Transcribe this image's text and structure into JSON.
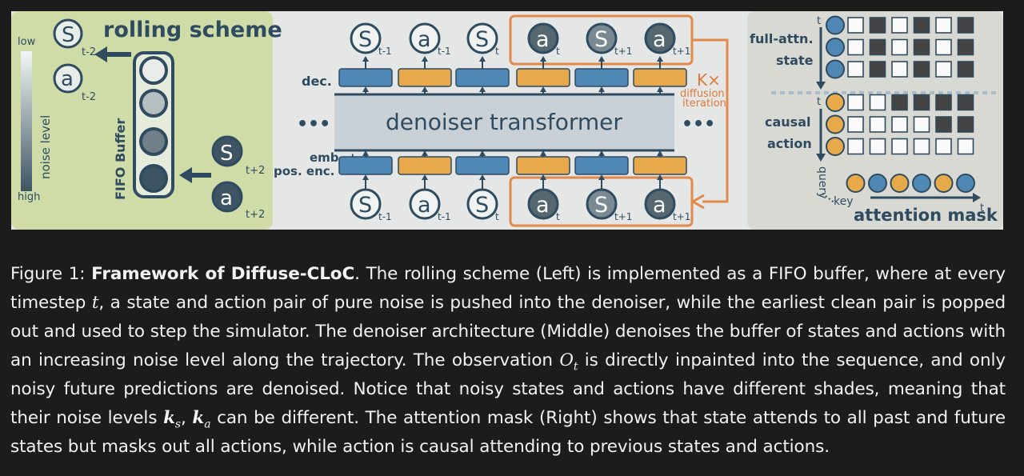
{
  "figure": {
    "left_panel": {
      "title": "rolling scheme",
      "noise_low": "low",
      "noise_high": "high",
      "noise_axis": "noise level",
      "buffer_label": "FIFO Buffer",
      "tokens": [
        {
          "sym": "S",
          "sub": "t-2"
        },
        {
          "sym": "a",
          "sub": "t-2"
        },
        {
          "sym": "S",
          "sub": "t+2"
        },
        {
          "sym": "a",
          "sub": "t+2"
        }
      ]
    },
    "middle_panel": {
      "transformer_label": "denoiser transformer",
      "dec_label": "dec.",
      "emb_label_1": "emb. +",
      "emb_label_2": "pos. enc.",
      "ellipsis": "•••",
      "k_times": "K×",
      "diffusion_1": "diffusion",
      "diffusion_2": "iteration",
      "top_tokens": [
        {
          "sym": "S",
          "sub": "t-1"
        },
        {
          "sym": "a",
          "sub": "t-1"
        },
        {
          "sym": "S",
          "sub": "t"
        },
        {
          "sym": "a",
          "sub": "t"
        },
        {
          "sym": "S",
          "sub": "t+1"
        },
        {
          "sym": "a",
          "sub": "t+1"
        }
      ],
      "bottom_tokens": [
        {
          "sym": "S",
          "sub": "t-1"
        },
        {
          "sym": "a",
          "sub": "t-1"
        },
        {
          "sym": "S",
          "sub": "t"
        },
        {
          "sym": "a",
          "sub": "t"
        },
        {
          "sym": "S",
          "sub": "t+1"
        },
        {
          "sym": "a",
          "sub": "t+1"
        }
      ]
    },
    "right_panel": {
      "full_attn_1": "full-attn.",
      "full_attn_2": "state",
      "causal_1": "causal",
      "causal_2": "action",
      "query_label": "query",
      "key_label": "key",
      "t_label": "t",
      "mask_label": "attention mask"
    }
  },
  "caption": {
    "prefix": "Figure 1: ",
    "title": "Framework of Diffuse-CLoC",
    "p1": ". The rolling scheme (Left) is implemented as a FIFO buffer, where at every timestep ",
    "t_var": "t",
    "p2": ", a state and action pair of pure noise is pushed into the denoiser, while the earliest clean pair is popped out and used to step the simulator. The denoiser architecture (Middle) denoises the buffer of states and actions with an increasing noise level along the trajectory. The observation ",
    "obs_var": "O",
    "obs_sub": "t",
    "p3": " is directly inpainted into the sequence, and only noisy future predictions are denoised. Notice that noisy states and actions have different shades, meaning that their noise levels ",
    "ks_var": "k",
    "ks_sub": "s",
    "comma": ", ",
    "ka_var": "k",
    "ka_sub": "a",
    "p4": " can be different. The attention mask (Right) shows that state attends to all past and future states but masks out all actions, while action is causal attending to previous states and actions."
  }
}
